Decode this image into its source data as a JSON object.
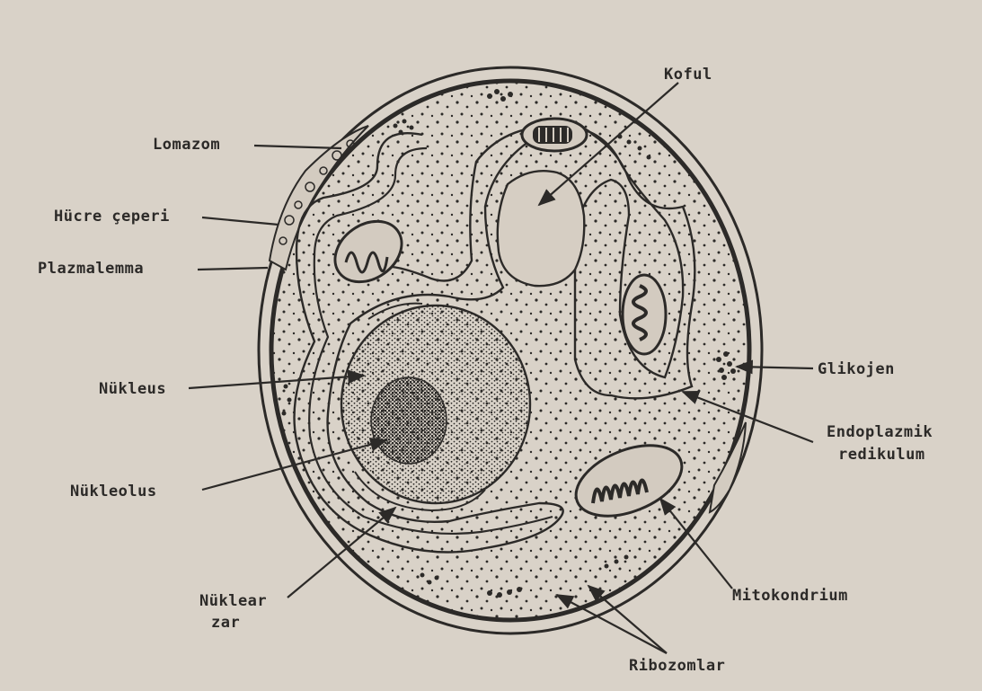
{
  "labels": {
    "koful": "Koful",
    "lomazom": "Lomazom",
    "hucre_ceperi": "Hücre çeperi",
    "plazmalemma": "Plazmalemma",
    "nukleus": "Nükleus",
    "nukleolus": "Nükleolus",
    "nuklear_zar_line1": "Nüklear",
    "nuklear_zar_line2": "zar",
    "glikojen": "Glikojen",
    "endoplazmik_line1": "Endoplazmik",
    "endoplazmik_line2": "redikulum",
    "mitokondrium": "Mitokondrium",
    "ribozomlar": "Ribozomlar"
  },
  "colors": {
    "paper": "#d9d2c8",
    "ink": "#2c2a28",
    "cell_fill": "#d3cbc0"
  }
}
